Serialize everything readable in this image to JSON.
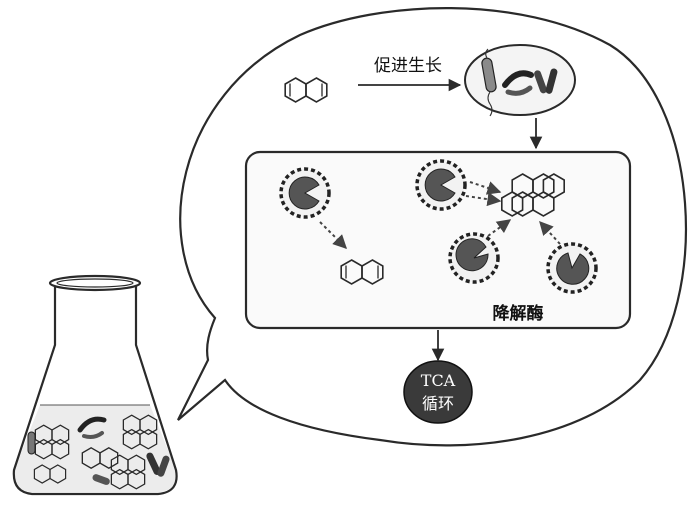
{
  "labels": {
    "promote_growth": "促进生长",
    "degrading_enzyme": "降解酶",
    "tca_line1": "TCA",
    "tca_line2": "循环"
  },
  "colors": {
    "line": "#2a2a2a",
    "enzyme_fill": "#555555",
    "enzyme_ring_bg": "#f2f2f2",
    "tca_fill": "#3a3a3a",
    "tca_text": "#ffffff",
    "panel_fill": "#fafafa",
    "liquid": "#ececec"
  },
  "icons": [
    "naphthalene",
    "pyrene",
    "bacteria",
    "enzyme",
    "erlenmeyer-flask",
    "speech-bubble"
  ]
}
